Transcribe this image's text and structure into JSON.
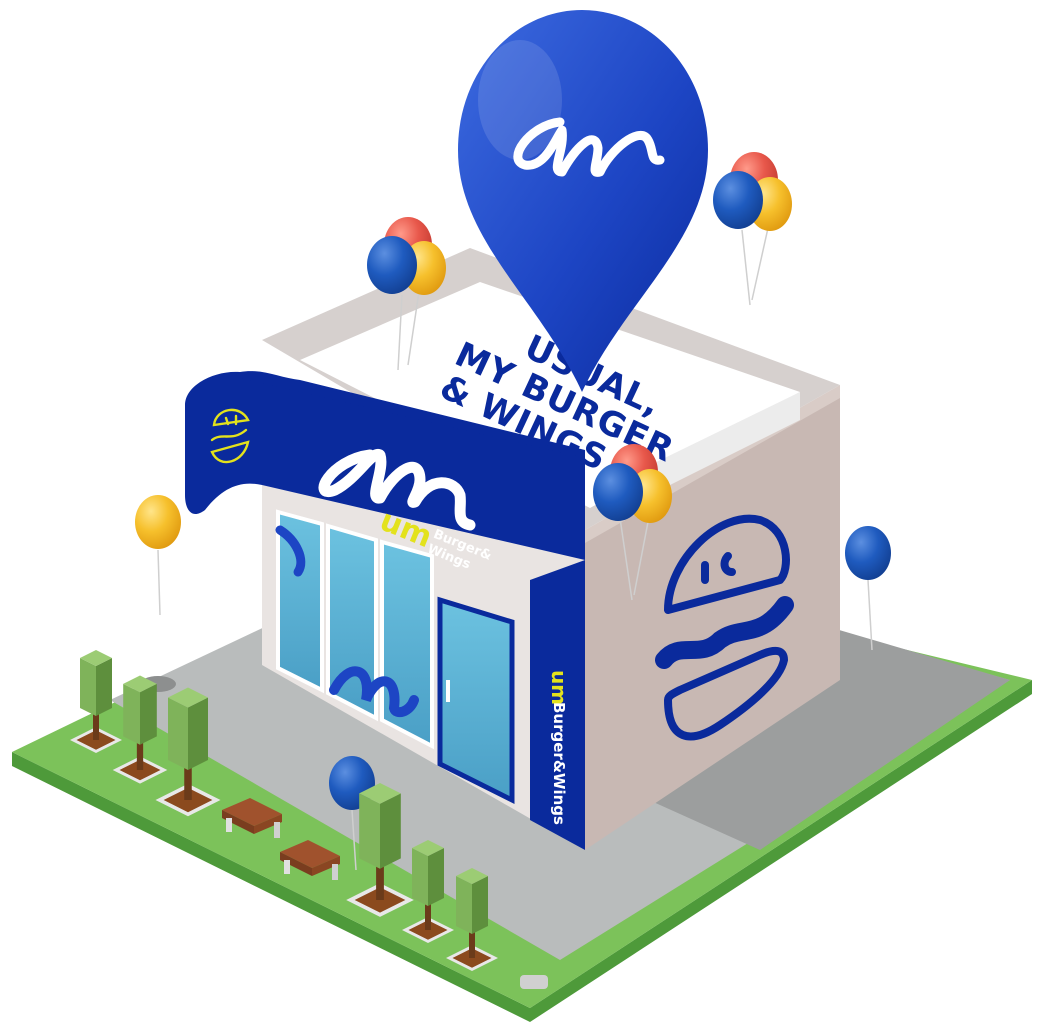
{
  "roof_text": {
    "line1": "USUAL,",
    "line2": "MY BURGER",
    "line3": "& WINGS"
  },
  "brand": {
    "mark": "um",
    "name_line1": "Burger&",
    "name_line2": "Wings",
    "vertical_mark": "um",
    "vertical_name": "Burger&Wings"
  },
  "icons": {
    "pin": "map-pin-icon",
    "logo": "um-script-logo",
    "burger": "burger-icon",
    "balloon": "balloon-icon",
    "tree": "tree-icon",
    "bench": "bench-icon"
  },
  "colors": {
    "brand_blue": "#0a2a9c",
    "accent_yellow": "#e3e21c",
    "wall_grey": "#c8b8b3",
    "grass": "#7cc25a",
    "pavement": "#b9bcbc",
    "glass": "#5fb8d6"
  }
}
